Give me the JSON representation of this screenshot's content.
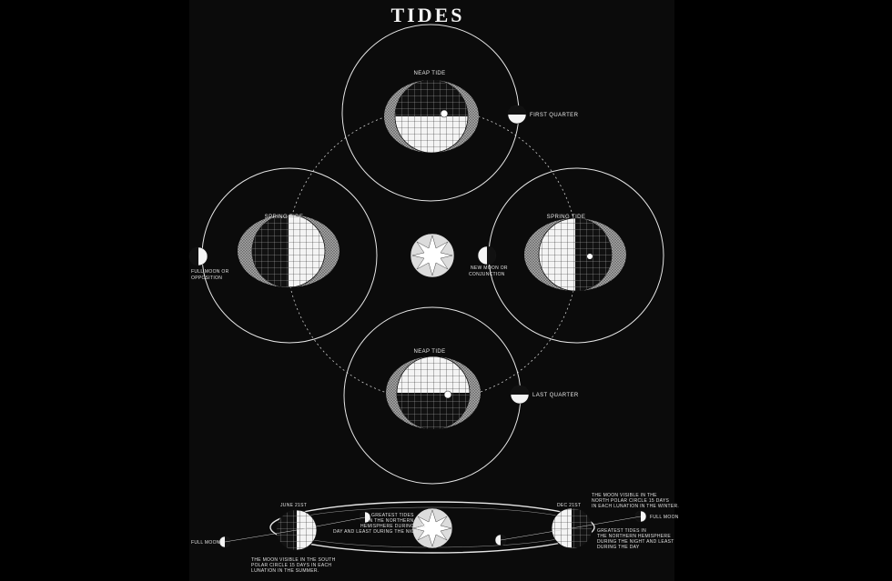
{
  "title": "TIDES",
  "positions": {
    "top": {
      "tide_label": "NEAP TIDE",
      "moon_label": "FIRST QUARTER"
    },
    "left": {
      "tide_label": "SPRING TIDE",
      "moon_label_1": "FULL MOON OR",
      "moon_label_2": "OPPOSITION"
    },
    "right": {
      "tide_label": "SPRING TIDE",
      "moon_label_1": "NEW MOON OR",
      "moon_label_2": "CONJUNCTION"
    },
    "bottom": {
      "tide_label": "NEAP TIDE",
      "moon_label": "LAST QUARTER"
    }
  },
  "lower_panel": {
    "june_label": "JUNE 21ST",
    "dec_label": "DEC 21ST",
    "full_moon_left": "FULL MOON",
    "full_moon_right": "FULL MOON",
    "south_note": [
      "THE MOON VISIBLE IN THE SOUTH",
      "POLAR CIRCLE 15 DAYS IN EACH",
      "LUNATION IN THE SUMMER."
    ],
    "north_tides_note": [
      "GREATEST TIDES",
      "IN THE NORTHERN",
      "HEMISPHERE DURING THE",
      "DAY AND LEAST DURING THE NIGHT"
    ],
    "north_polar_note": [
      "THE MOON VISIBLE IN THE",
      "NORTH POLAR CIRCLE 15 DAYS",
      "IN EACH LUNATION IN THE WINTER."
    ],
    "winter_tides_note": [
      "GREATEST TIDES IN",
      "THE NORTHERN HEMISPHERE",
      "DURING THE NIGHT AND LEAST",
      "DURING THE DAY"
    ]
  },
  "colors": {
    "background": "#000000",
    "plate": "#0b0b0b",
    "line": "#e6e6e6",
    "tide_shell": "#9a9a9a"
  }
}
